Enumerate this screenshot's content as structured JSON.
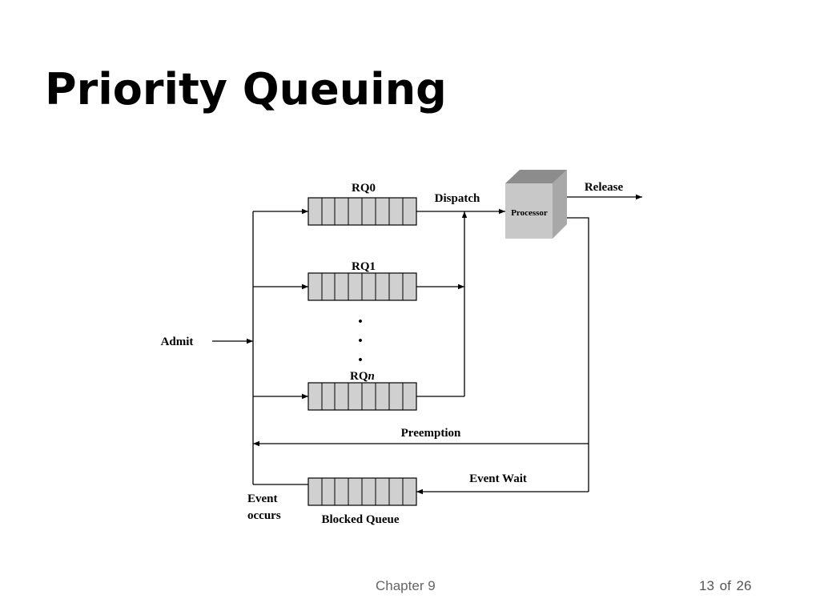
{
  "slide": {
    "title": "Priority Queuing",
    "footer_chapter": "Chapter 9",
    "footer_page": "13  of  26"
  },
  "diagram": {
    "queues": [
      {
        "id": "rq0",
        "label": "RQ0"
      },
      {
        "id": "rq1",
        "label": "RQ1"
      },
      {
        "id": "rqn",
        "label_prefix": "RQ",
        "label_suffix": "n"
      },
      {
        "id": "blocked",
        "label": "Blocked Queue"
      }
    ],
    "processor_label": "Processor",
    "labels": {
      "admit": "Admit",
      "dispatch": "Dispatch",
      "release": "Release",
      "preemption": "Preemption",
      "event_wait": "Event Wait",
      "event_occurs_line1": "Event",
      "event_occurs_line2": "occurs",
      "ellipsis": "•"
    },
    "colors": {
      "queue_fill": "#d0d0d0",
      "processor_front": "#c8c8c8",
      "processor_top": "#8c8c8c",
      "processor_side": "#a8a8a8"
    }
  }
}
